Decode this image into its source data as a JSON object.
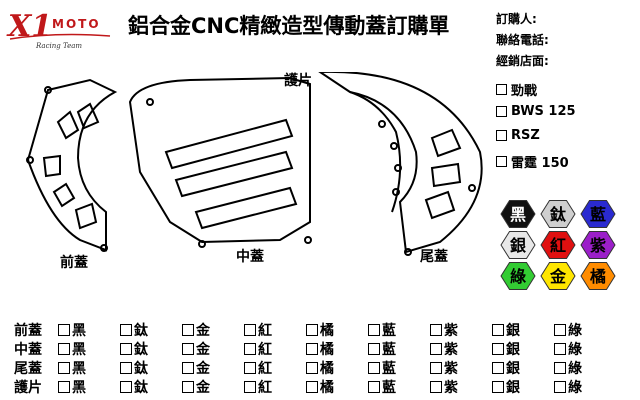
{
  "logo": {
    "main": "X1",
    "sub": "MOTO",
    "tagline": "Racing Team"
  },
  "title": "鋁合金CNC精緻造型傳動蓋訂購單",
  "info_fields": [
    "訂購人:",
    "聯絡電話:",
    "經銷店面:"
  ],
  "models": [
    "勁戰",
    "BWS 125",
    "RSZ",
    "雷霆 150"
  ],
  "part_labels": {
    "front": "前蓋",
    "middle": "中蓋",
    "rear": "尾蓋",
    "guard": "護片"
  },
  "color_swatches": [
    {
      "label": "黑",
      "color": "#111111",
      "text": "#ffffff"
    },
    {
      "label": "鈦",
      "color": "#cfcfcf",
      "text": "#000000"
    },
    {
      "label": "藍",
      "color": "#2a2ad0",
      "text": "#000000"
    },
    {
      "label": "銀",
      "color": "#e8e8e8",
      "text": "#000000"
    },
    {
      "label": "紅",
      "color": "#e01010",
      "text": "#000000"
    },
    {
      "label": "紫",
      "color": "#9b1fc9",
      "text": "#000000"
    },
    {
      "label": "綠",
      "color": "#33cc33",
      "text": "#000000"
    },
    {
      "label": "金",
      "color": "#ffe600",
      "text": "#000000"
    },
    {
      "label": "橘",
      "color": "#ff8c00",
      "text": "#000000"
    }
  ],
  "order_grid": {
    "rows": [
      "前蓋",
      "中蓋",
      "尾蓋",
      "護片"
    ],
    "colors": [
      "黑",
      "鈦",
      "金",
      "紅",
      "橘",
      "藍",
      "紫",
      "銀",
      "綠"
    ]
  }
}
